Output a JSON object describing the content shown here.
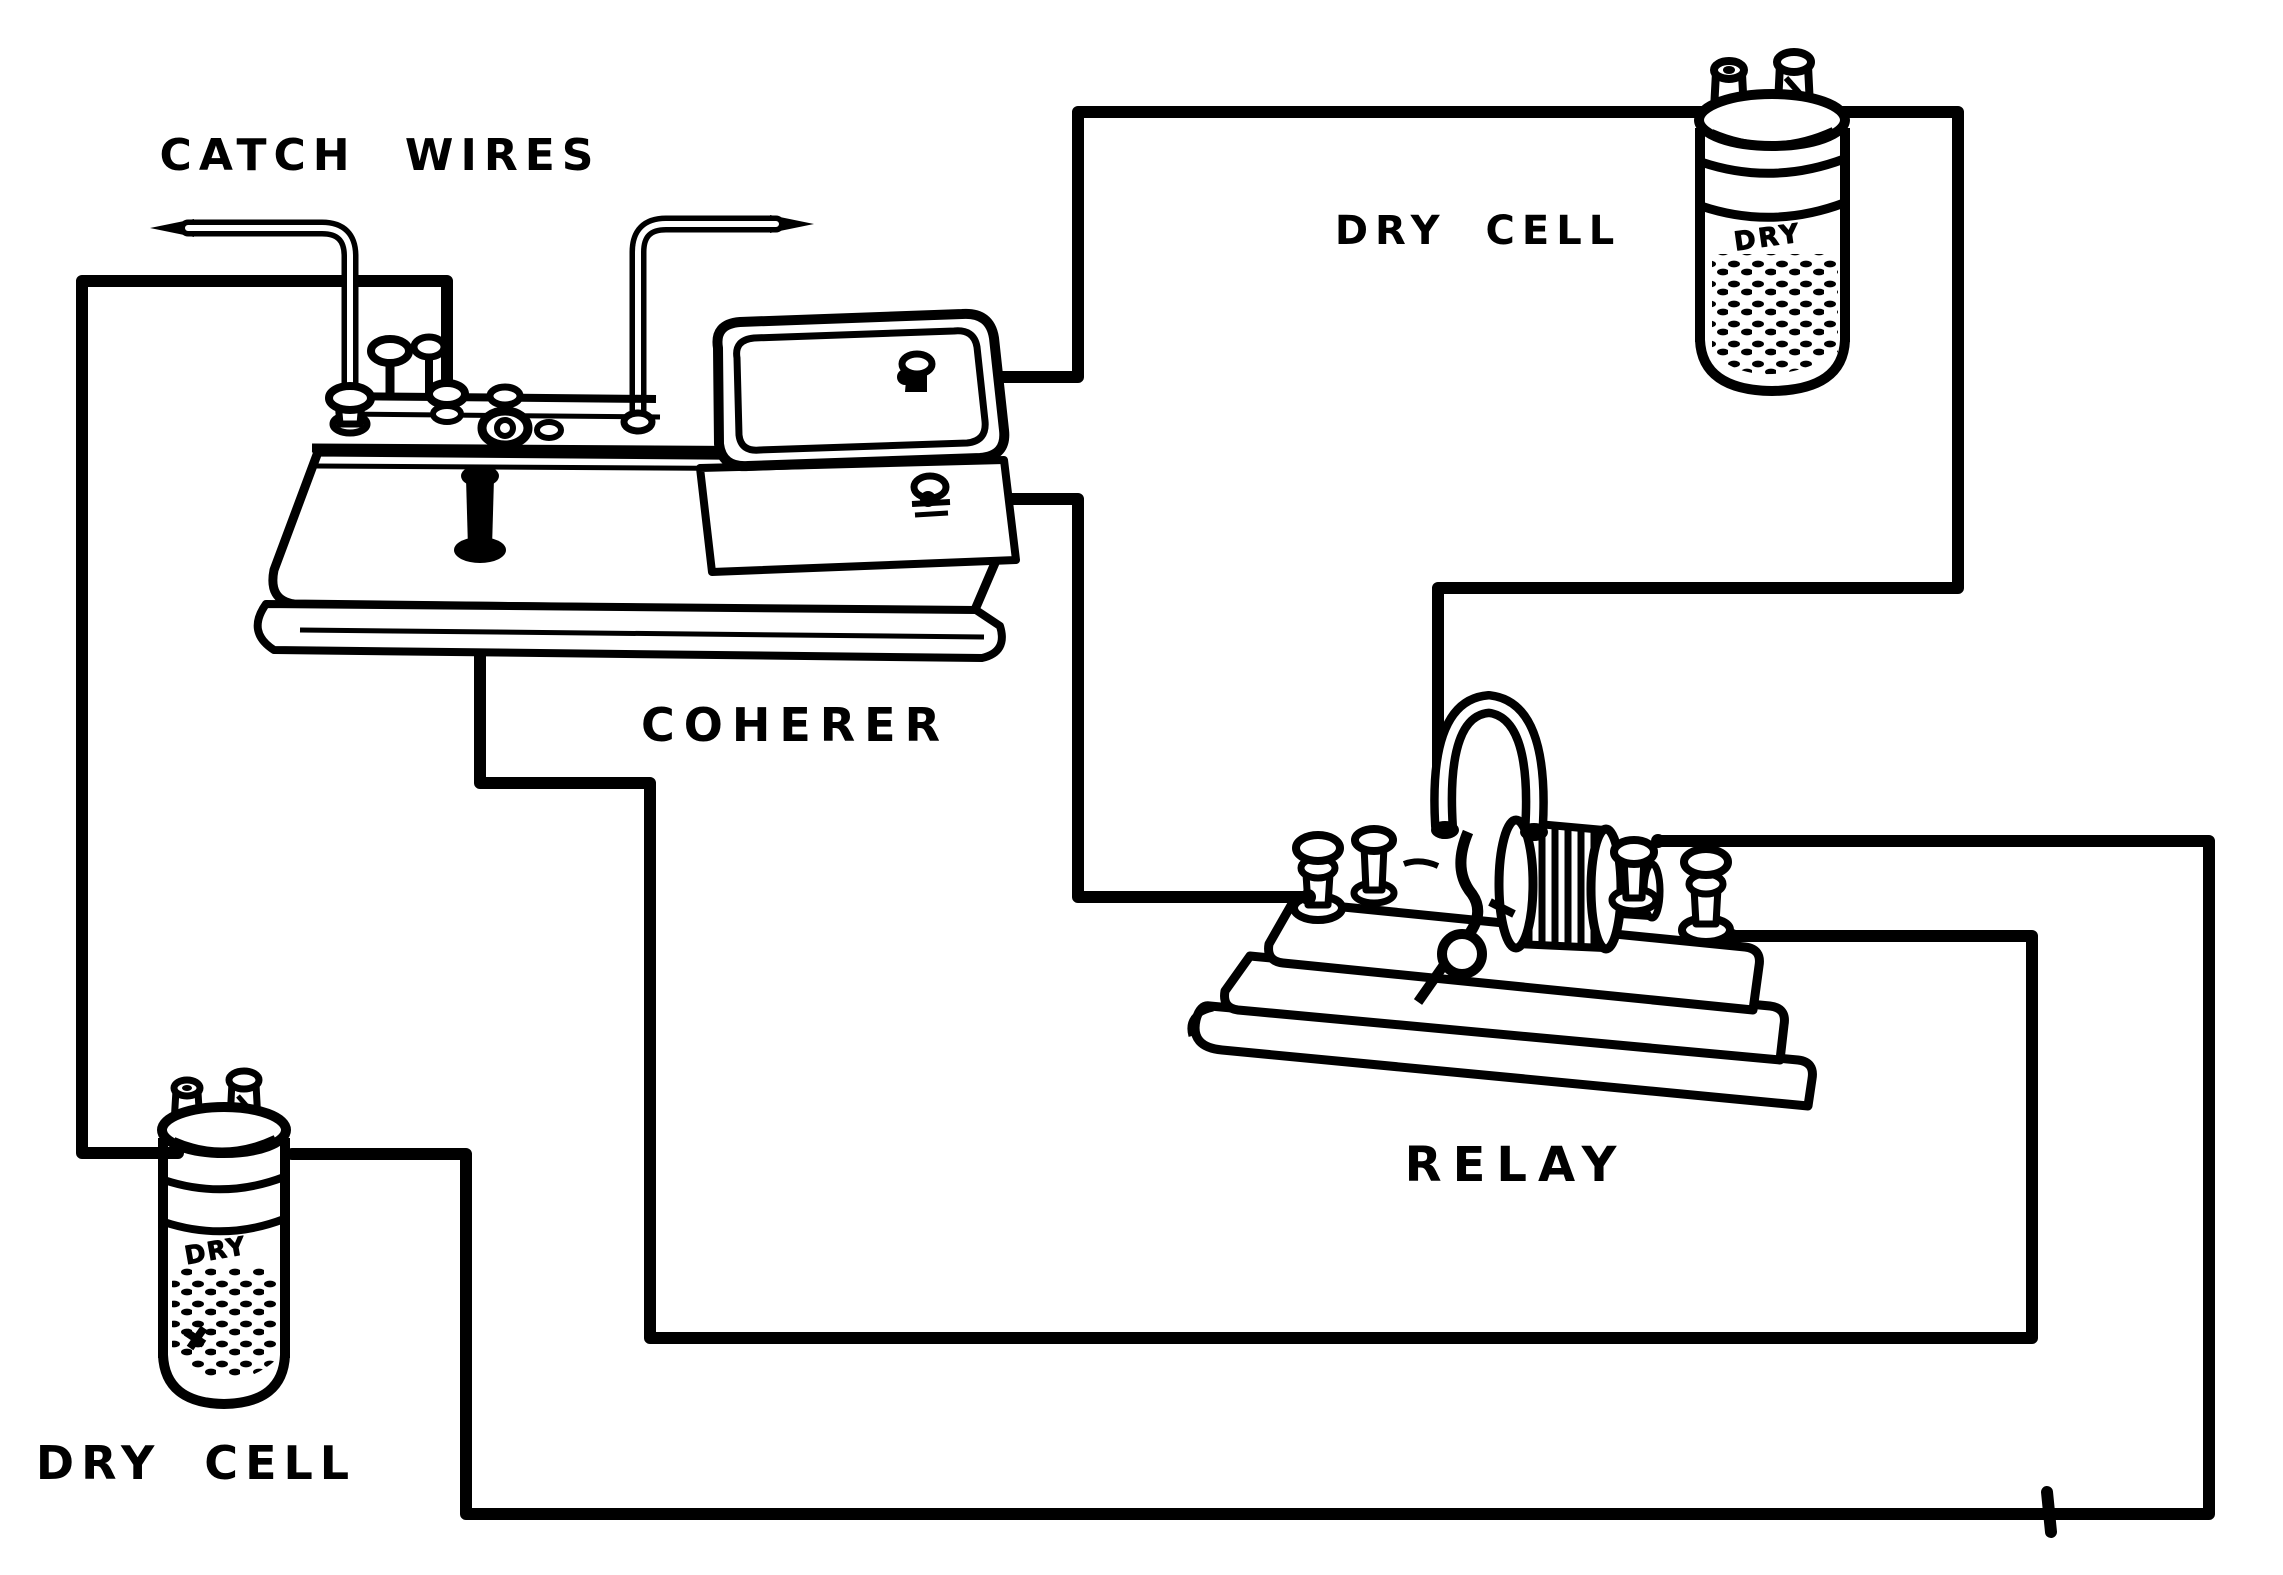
{
  "figure": {
    "kind": "vintage wireless receiver circuit illustration",
    "style": "black ink line engraving on white paper"
  },
  "labels": {
    "catch_wires": "CATCH WIRES",
    "coherer": "COHERER",
    "dry_cell_top": "DRY CELL",
    "relay": "RELAY",
    "dry_cell_bottom": "DRY CELL",
    "battery_brand_top": "DRY",
    "battery_brand_bottom": "DRY"
  },
  "components": [
    {
      "name": "catch-wires",
      "description": "two pointed aerial catch wires entering the coherer"
    },
    {
      "name": "coherer",
      "description": "coherer on wooden base with binding posts and glass tube case"
    },
    {
      "name": "dry-cell-top",
      "description": "dry cell battery, upper right"
    },
    {
      "name": "relay",
      "description": "relay with coil and horseshoe magnet on wooden base"
    },
    {
      "name": "dry-cell-bottom",
      "description": "dry cell battery, lower left"
    }
  ],
  "connections": [
    {
      "from": "dry-cell-bottom left terminal",
      "route": "left and up outer edge",
      "to": "coherer left binding post"
    },
    {
      "from": "coherer upper right terminal",
      "route": "up and across the top",
      "to": "dry-cell-top left terminal"
    },
    {
      "from": "dry-cell-top right terminal",
      "route": "right, down and back left",
      "to": "relay horseshoe magnet"
    },
    {
      "from": "coherer lower right terminal",
      "route": "down",
      "to": "relay left binding post"
    },
    {
      "from": "coherer bottom binding post",
      "route": "down, right and up",
      "to": "relay lower right post"
    },
    {
      "from": "relay upper right post",
      "route": "right, down, along bottom",
      "to": "dry-cell-bottom right terminal"
    }
  ],
  "colors": {
    "ink": "#000000",
    "paper": "#ffffff"
  }
}
